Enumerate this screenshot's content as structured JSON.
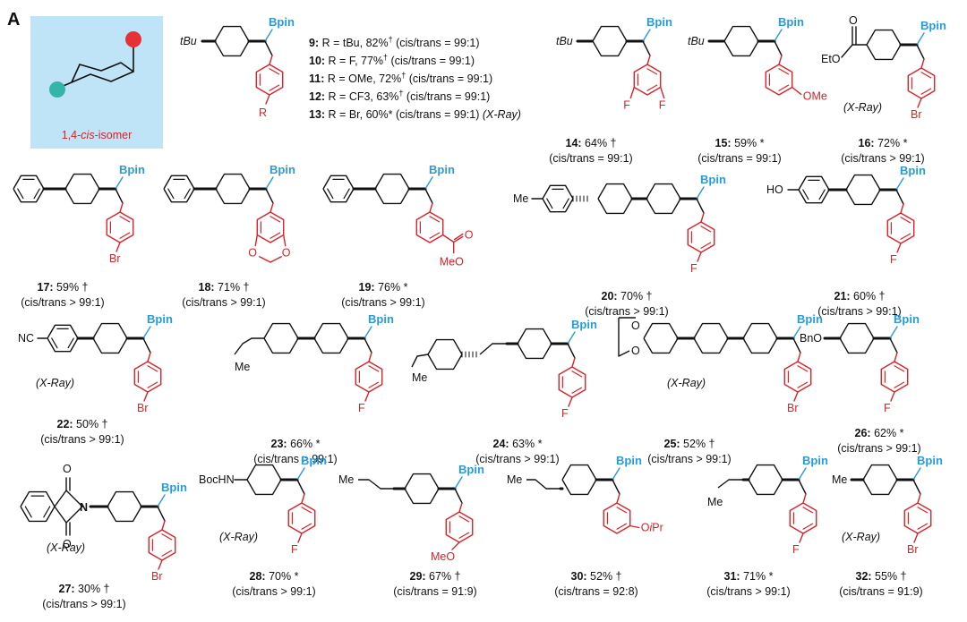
{
  "panel": {
    "letter": "A",
    "isomer_label": "1,4-cis-isomer",
    "isomer_label_plain": "1,4-",
    "isomer_label_italic": "cis",
    "isomer_label_tail": "-isomer"
  },
  "colors": {
    "bpin_blue": "#2b9ad6",
    "aryl_red": "#d8232a",
    "panel_bg": "#bfe3f7",
    "ball_red": "#e53238",
    "ball_teal": "#35b5a8"
  },
  "series_head": {
    "tbu": "tBu",
    "r_label": "R",
    "bpin": "Bpin",
    "rows": [
      {
        "num": "9:",
        "text": "R = tBu, 82%",
        "mark": "†",
        "ratio": "(cis/trans = 99:1)",
        "extra": ""
      },
      {
        "num": "10:",
        "text": "R = F, 77%",
        "mark": "†",
        "ratio": "(cis/trans = 99:1)",
        "extra": ""
      },
      {
        "num": "11:",
        "text": "R = OMe, 72%",
        "mark": "†",
        "ratio": "(cis/trans = 99:1)",
        "extra": ""
      },
      {
        "num": "12:",
        "text": "R = CF3, 63%",
        "mark": "†",
        "ratio": "(cis/trans = 99:1)",
        "extra": ""
      },
      {
        "num": "13:",
        "text": "R = Br, 60%*",
        "mark": "",
        "ratio": "(cis/trans = 99:1)",
        "extra": "(X-Ray)"
      }
    ]
  },
  "compounds": [
    {
      "id": "14",
      "caption": "14: 64% †",
      "ratio": "(cis/trans = 99:1)",
      "xray": "",
      "left": "tBu",
      "subs": [
        "F",
        "F"
      ]
    },
    {
      "id": "15",
      "caption": "15: 59% *",
      "ratio": "(cis/trans = 99:1)",
      "xray": "",
      "left": "tBu",
      "subs": [
        "OMe"
      ]
    },
    {
      "id": "16",
      "caption": "16: 72% *",
      "ratio": "(cis/trans > 99:1)",
      "xray": "(X-Ray)",
      "left": "EtO",
      "subs": [
        "Br"
      ],
      "extra": "O"
    },
    {
      "id": "17",
      "caption": "17: 59% †",
      "ratio": "(cis/trans > 99:1)",
      "xray": "",
      "left": "",
      "subs": [
        "Br"
      ]
    },
    {
      "id": "18",
      "caption": "18: 71% †",
      "ratio": "(cis/trans > 99:1)",
      "xray": "",
      "left": "",
      "subs": [
        "O",
        "O"
      ]
    },
    {
      "id": "19",
      "caption": "19: 76% *",
      "ratio": "(cis/trans > 99:1)",
      "xray": "",
      "left": "",
      "subs": [
        "MeO",
        "O"
      ]
    },
    {
      "id": "20",
      "caption": "20: 70% †",
      "ratio": "(cis/trans > 99:1)",
      "xray": "",
      "left": "Me",
      "subs": [
        "F"
      ]
    },
    {
      "id": "21",
      "caption": "21: 60% †",
      "ratio": "(cis/trans > 99:1)",
      "xray": "",
      "left": "HO",
      "subs": [
        "F"
      ]
    },
    {
      "id": "22",
      "caption": "22: 50% †",
      "ratio": "(cis/trans > 99:1)",
      "xray": "(X-Ray)",
      "left": "NC",
      "subs": [
        "Br"
      ]
    },
    {
      "id": "23",
      "caption": "23: 66% *",
      "ratio": "(cis/trans > 99:1)",
      "xray": "",
      "left": "Me",
      "subs": [
        "F"
      ]
    },
    {
      "id": "24",
      "caption": "24:  63% *",
      "ratio": "(cis/trans > 99:1)",
      "xray": "",
      "left": "Me",
      "subs": [
        "F"
      ]
    },
    {
      "id": "25",
      "caption": "25: 52% †",
      "ratio": "(cis/trans > 99:1)",
      "xray": "(X-Ray)",
      "left": "",
      "subs": [
        "Br",
        "O",
        "O"
      ]
    },
    {
      "id": "26",
      "caption": "26: 62% *",
      "ratio": "(cis/trans > 99:1)",
      "xray": "",
      "left": "BnO",
      "subs": [
        "F"
      ]
    },
    {
      "id": "27",
      "caption": "27: 30% †",
      "ratio": "(cis/trans > 99:1)",
      "xray": "(X-Ray)",
      "left": "N",
      "subs": [
        "Br",
        "O",
        "O"
      ]
    },
    {
      "id": "28",
      "caption": "28: 70% *",
      "ratio": "(cis/trans > 99:1)",
      "xray": "(X-Ray)",
      "left": "BocHN",
      "subs": [
        "F"
      ]
    },
    {
      "id": "29",
      "caption": "29: 67% †",
      "ratio": "(cis/trans = 91:9)",
      "xray": "",
      "left": "",
      "subs": [
        "MeO"
      ]
    },
    {
      "id": "30",
      "caption": "30: 52% †",
      "ratio": "(cis/trans = 92:8)",
      "xray": "",
      "left": "Me",
      "subs": [
        "OiPr"
      ]
    },
    {
      "id": "31",
      "caption": "31: 71% *",
      "ratio": "(cis/trans > 99:1)",
      "xray": "",
      "left": "Me",
      "subs": [
        "F"
      ]
    },
    {
      "id": "32",
      "caption": "32: 55% †",
      "ratio": "(cis/trans = 91:9)",
      "xray": "(X-Ray)",
      "left": "Me",
      "subs": [
        "Br"
      ]
    }
  ]
}
